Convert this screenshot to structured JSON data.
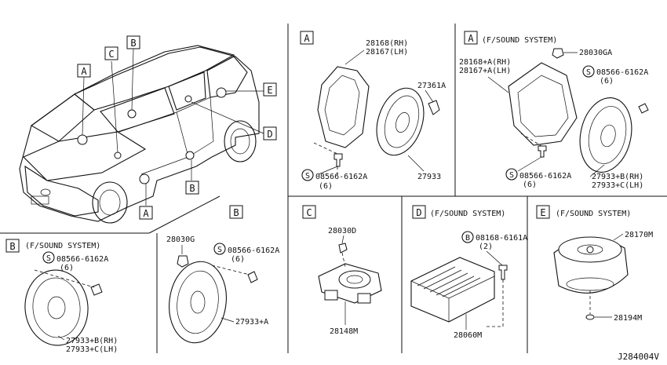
{
  "diagram_id": "J284004V",
  "callouts": {
    "a": "A",
    "b": "B",
    "c": "C",
    "d": "D",
    "e": "E"
  },
  "sections": {
    "a_front": {
      "box": "A",
      "part_rh": "28168(RH)",
      "part_lh": "28167(LH)",
      "clip": "27361A",
      "screw_circle": "S",
      "screw": "08566-6162A",
      "screw_qty": "(6)",
      "speaker": "27933"
    },
    "a_sound": {
      "box": "A",
      "title": "(F/SOUND SYSTEM)",
      "clip": "28030GA",
      "part_rh": "28168+A(RH)",
      "part_lh": "28167+A(LH)",
      "screw_circle": "S",
      "screw_top": "08566-6162A",
      "screw_top_qty": "(6)",
      "screw_bottom": "08566-6162A",
      "screw_bottom_qty": "(6)",
      "speaker_rh": "27933+B(RH)",
      "speaker_lh": "27933+C(LH)"
    },
    "b_sound": {
      "box": "B",
      "title": "(F/SOUND SYSTEM)",
      "screw_circle": "S",
      "screw": "08566-6162A",
      "screw_qty": "(6)",
      "speaker_rh": "27933+B(RH)",
      "speaker_lh": "27933+C(LH)"
    },
    "b_std": {
      "box": "B",
      "clip": "28030G",
      "screw_circle": "S",
      "screw": "08566-6162A",
      "screw_qty": "(6)",
      "speaker": "27933+A"
    },
    "c": {
      "box": "C",
      "screw": "28030D",
      "tweeter": "28148M"
    },
    "d": {
      "box": "D",
      "title": "(F/SOUND SYSTEM)",
      "bolt_circle": "B",
      "bolt": "08168-6161A",
      "bolt_qty": "(2)",
      "amplifier": "28060M"
    },
    "e": {
      "box": "E",
      "title": "(F/SOUND SYSTEM)",
      "woofer": "28170M",
      "washer": "28194M"
    }
  }
}
